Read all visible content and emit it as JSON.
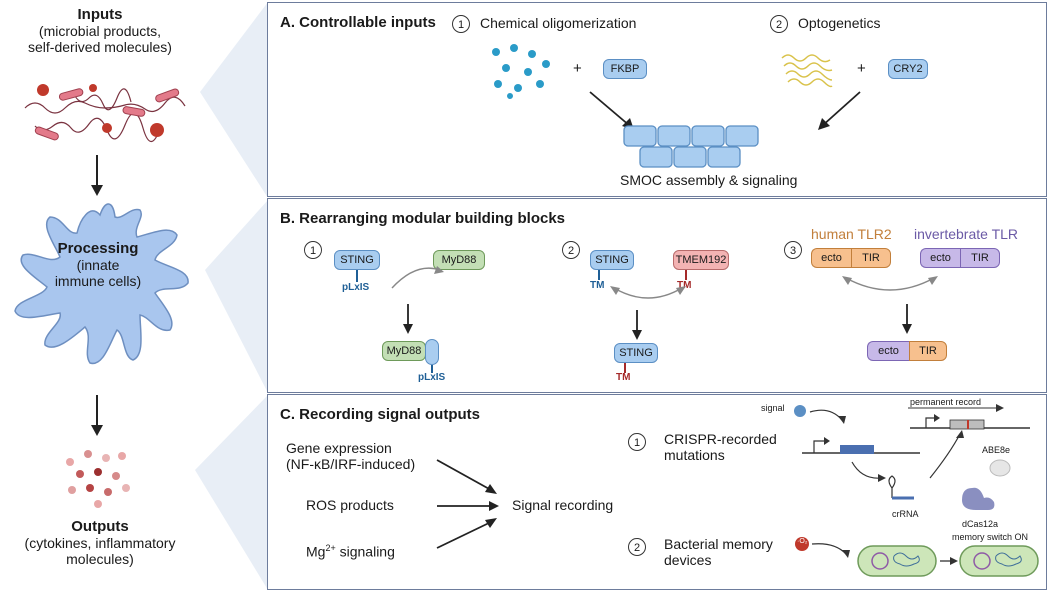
{
  "left": {
    "inputs_title": "Inputs",
    "inputs_sub": [
      "(microbial products,",
      "self-derived molecules)"
    ],
    "processing_title": "Processing",
    "processing_sub": [
      "(innate",
      "immune cells)"
    ],
    "outputs_title": "Outputs",
    "outputs_sub": [
      "(cytokines, inflammatory",
      "molecules)"
    ]
  },
  "panel_a": {
    "title": "A. Controllable inputs",
    "item1_num": "1",
    "item1_label": "Chemical oligomerization",
    "item2_num": "2",
    "item2_label": "Optogenetics",
    "plus": "+",
    "fkbp": "FKBP",
    "cry2": "CRY2",
    "caption": "SMOC assembly & signaling"
  },
  "panel_b": {
    "title": "B. Rearranging modular building blocks",
    "n1": "1",
    "n2": "2",
    "n3": "3",
    "sting": "STING",
    "myd88": "MyD88",
    "plxis": "pLxIS",
    "tm": "TM",
    "tmem192": "TMEM192",
    "human_tlr2": "human TLR2",
    "invertebrate_tlr": "invertebrate TLR",
    "ecto": "ecto",
    "tir": "TIR"
  },
  "panel_c": {
    "title": "C. Recording signal outputs",
    "gene_expr": [
      "Gene expression",
      "(NF-κB/IRF-induced)"
    ],
    "ros": "ROS products",
    "mg": "Mg",
    "mg_sup": "2+",
    "mg_rest": " signaling",
    "signal_recording": "Signal recording",
    "n1": "1",
    "crispr": [
      "CRISPR-recorded",
      "mutations"
    ],
    "n2": "2",
    "bacterial": [
      "Bacterial memory",
      "devices"
    ],
    "signal": "signal",
    "permanent_record": "permanent record",
    "abe8e": "ABE8e",
    "crrna": "crRNA",
    "dcas12a": "dCas12a",
    "memory_switch": "memory switch ON",
    "o2": "·O₂"
  },
  "colors": {
    "panel_border": "#6d7c9c",
    "cell": "#a9c6ee",
    "wedge": "#e6ecf5",
    "dot": "#2a9bc8",
    "sting_blue": "#1f5f96",
    "tm_red": "#a52a2a"
  }
}
